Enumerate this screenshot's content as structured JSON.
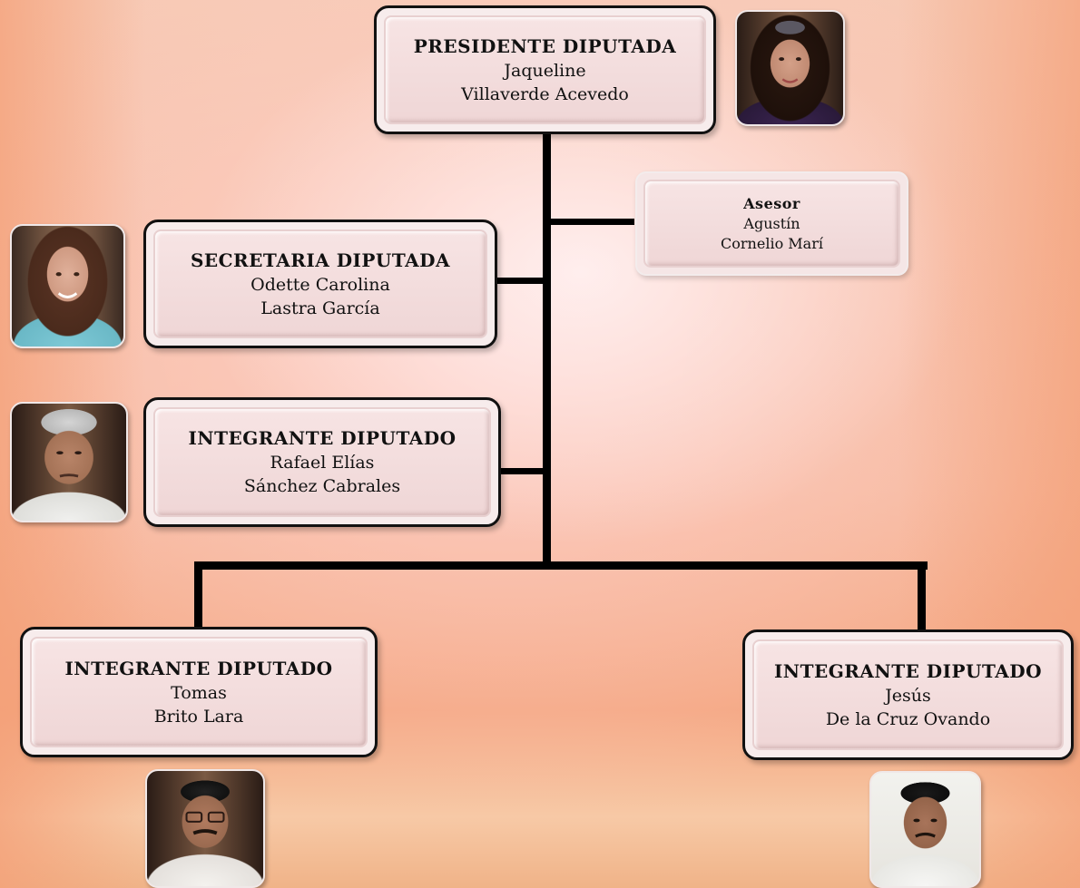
{
  "president": {
    "role": "PRESIDENTE DIPUTADA",
    "first_name": "Jaqueline",
    "last_name": "Villaverde Acevedo"
  },
  "advisor": {
    "role": "Asesor",
    "first_name": "Agustín",
    "last_name": "Cornelio Marí"
  },
  "secretary": {
    "role": "SECRETARIA DIPUTADA",
    "first_name": "Odette Carolina",
    "last_name": "Lastra García"
  },
  "member_1": {
    "role": "INTEGRANTE DIPUTADO",
    "first_name": "Rafael Elías",
    "last_name": "Sánchez Cabrales"
  },
  "member_2": {
    "role": "INTEGRANTE DIPUTADO",
    "first_name": "Tomas",
    "last_name": "Brito Lara"
  },
  "member_3": {
    "role": "INTEGRANTE DIPUTADO",
    "first_name": "Jesús",
    "last_name": "De la Cruz Ovando"
  },
  "line_color": "#000000",
  "box_fill": "#f7ecec"
}
